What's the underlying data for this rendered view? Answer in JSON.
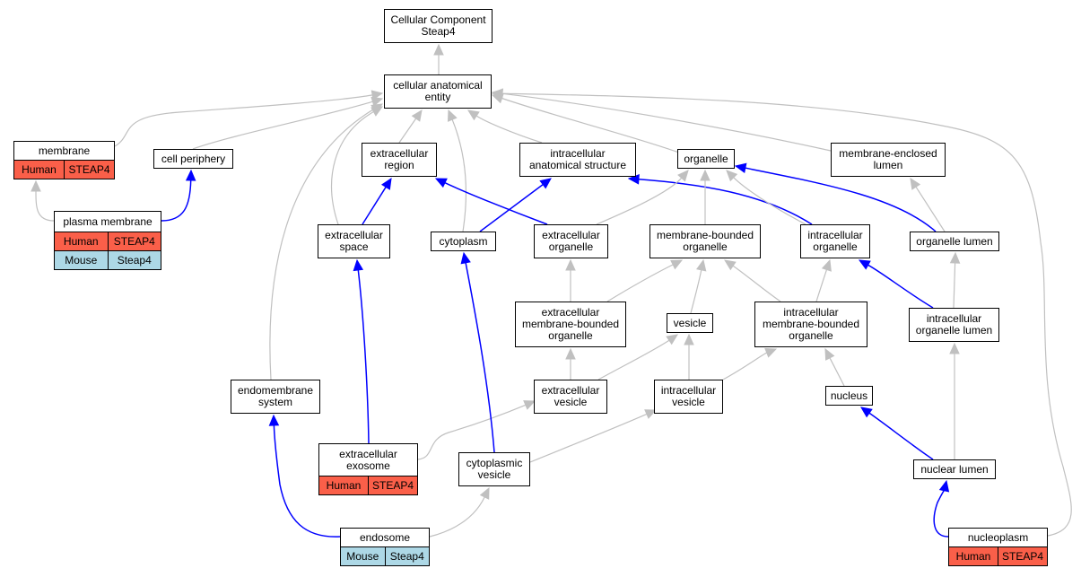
{
  "nodes": {
    "root": {
      "label": "Cellular Component\nSteap4"
    },
    "cae": {
      "label": "cellular anatomical\nentity"
    },
    "membrane": {
      "label": "membrane",
      "rows": [
        {
          "species": "Human",
          "gene": "STEAP4"
        }
      ]
    },
    "cellper": {
      "label": "cell periphery"
    },
    "extreg": {
      "label": "extracellular\nregion"
    },
    "intracas": {
      "label": "intracellular\nanatomical structure"
    },
    "organelle": {
      "label": "organelle"
    },
    "memencl": {
      "label": "membrane-enclosed\nlumen"
    },
    "plasmamem": {
      "label": "plasma membrane",
      "rows": [
        {
          "species": "Human",
          "gene": "STEAP4"
        },
        {
          "species": "Mouse",
          "gene": "Steap4"
        }
      ]
    },
    "extspace": {
      "label": "extracellular\nspace"
    },
    "cytoplasm": {
      "label": "cytoplasm"
    },
    "extorg": {
      "label": "extracellular\norganelle"
    },
    "membbound": {
      "label": "membrane-bounded\norganelle"
    },
    "intraorg": {
      "label": "intracellular\norganelle"
    },
    "orglumen": {
      "label": "organelle lumen"
    },
    "extmembbound": {
      "label": "extracellular\nmembrane-bounded\norganelle"
    },
    "vesicle": {
      "label": "vesicle"
    },
    "intmembbound": {
      "label": "intracellular\nmembrane-bounded\norganelle"
    },
    "intorglumen": {
      "label": "intracellular\norganelle lumen"
    },
    "endomem": {
      "label": "endomembrane\nsystem"
    },
    "extves": {
      "label": "extracellular\nvesicle"
    },
    "intves": {
      "label": "intracellular\nvesicle"
    },
    "nucleus": {
      "label": "nucleus"
    },
    "extexo": {
      "label": "extracellular\nexosome",
      "rows": [
        {
          "species": "Human",
          "gene": "STEAP4"
        }
      ]
    },
    "cytoves": {
      "label": "cytoplasmic\nvesicle"
    },
    "nuclumen": {
      "label": "nuclear lumen"
    },
    "endosome": {
      "label": "endosome",
      "rows": [
        {
          "species": "Mouse",
          "gene": "Steap4"
        }
      ]
    },
    "nucleoplasm": {
      "label": "nucleoplasm",
      "rows": [
        {
          "species": "Human",
          "gene": "STEAP4"
        }
      ]
    }
  },
  "edges": [
    {
      "from": "cae",
      "to": "root",
      "kind": "is_a"
    },
    {
      "from": "membrane",
      "to": "cae",
      "kind": "is_a"
    },
    {
      "from": "cellper",
      "to": "cae",
      "kind": "is_a"
    },
    {
      "from": "extreg",
      "to": "cae",
      "kind": "is_a"
    },
    {
      "from": "intracas",
      "to": "cae",
      "kind": "is_a"
    },
    {
      "from": "organelle",
      "to": "cae",
      "kind": "is_a"
    },
    {
      "from": "memencl",
      "to": "cae",
      "kind": "is_a"
    },
    {
      "from": "endomem",
      "to": "cae",
      "kind": "is_a"
    },
    {
      "from": "extspace",
      "to": "cae",
      "kind": "is_a"
    },
    {
      "from": "cytoplasm",
      "to": "cae",
      "kind": "is_a"
    },
    {
      "from": "nucleoplasm",
      "to": "cae",
      "kind": "is_a"
    },
    {
      "from": "plasmamem",
      "to": "membrane",
      "kind": "is_a"
    },
    {
      "from": "plasmamem",
      "to": "cellper",
      "kind": "part_of"
    },
    {
      "from": "extspace",
      "to": "extreg",
      "kind": "part_of"
    },
    {
      "from": "extorg",
      "to": "extreg",
      "kind": "part_of"
    },
    {
      "from": "cytoplasm",
      "to": "intracas",
      "kind": "part_of"
    },
    {
      "from": "intraorg",
      "to": "intracas",
      "kind": "part_of"
    },
    {
      "from": "extorg",
      "to": "organelle",
      "kind": "is_a"
    },
    {
      "from": "membbound",
      "to": "organelle",
      "kind": "is_a"
    },
    {
      "from": "intraorg",
      "to": "organelle",
      "kind": "is_a"
    },
    {
      "from": "orglumen",
      "to": "organelle",
      "kind": "part_of"
    },
    {
      "from": "orglumen",
      "to": "memencl",
      "kind": "is_a"
    },
    {
      "from": "extmembbound",
      "to": "extorg",
      "kind": "is_a"
    },
    {
      "from": "extmembbound",
      "to": "membbound",
      "kind": "is_a"
    },
    {
      "from": "vesicle",
      "to": "membbound",
      "kind": "is_a"
    },
    {
      "from": "intmembbound",
      "to": "membbound",
      "kind": "is_a"
    },
    {
      "from": "intmembbound",
      "to": "intraorg",
      "kind": "is_a"
    },
    {
      "from": "intorglumen",
      "to": "intraorg",
      "kind": "part_of"
    },
    {
      "from": "intorglumen",
      "to": "orglumen",
      "kind": "is_a"
    },
    {
      "from": "extves",
      "to": "extmembbound",
      "kind": "is_a"
    },
    {
      "from": "extves",
      "to": "vesicle",
      "kind": "is_a"
    },
    {
      "from": "intves",
      "to": "vesicle",
      "kind": "is_a"
    },
    {
      "from": "intves",
      "to": "intmembbound",
      "kind": "is_a"
    },
    {
      "from": "nucleus",
      "to": "intmembbound",
      "kind": "is_a"
    },
    {
      "from": "extexo",
      "to": "extspace",
      "kind": "part_of"
    },
    {
      "from": "extexo",
      "to": "extves",
      "kind": "is_a"
    },
    {
      "from": "cytoves",
      "to": "cytoplasm",
      "kind": "part_of"
    },
    {
      "from": "cytoves",
      "to": "intves",
      "kind": "is_a"
    },
    {
      "from": "nuclumen",
      "to": "nucleus",
      "kind": "part_of"
    },
    {
      "from": "nuclumen",
      "to": "intorglumen",
      "kind": "is_a"
    },
    {
      "from": "endosome",
      "to": "endomem",
      "kind": "part_of"
    },
    {
      "from": "endosome",
      "to": "cytoves",
      "kind": "is_a"
    },
    {
      "from": "nucleoplasm",
      "to": "nuclumen",
      "kind": "part_of"
    }
  ],
  "colors": {
    "is_a": "#c0c0c0",
    "part_of": "#0000ff",
    "human": "#fa5f49",
    "mouse": "#add8e6"
  }
}
